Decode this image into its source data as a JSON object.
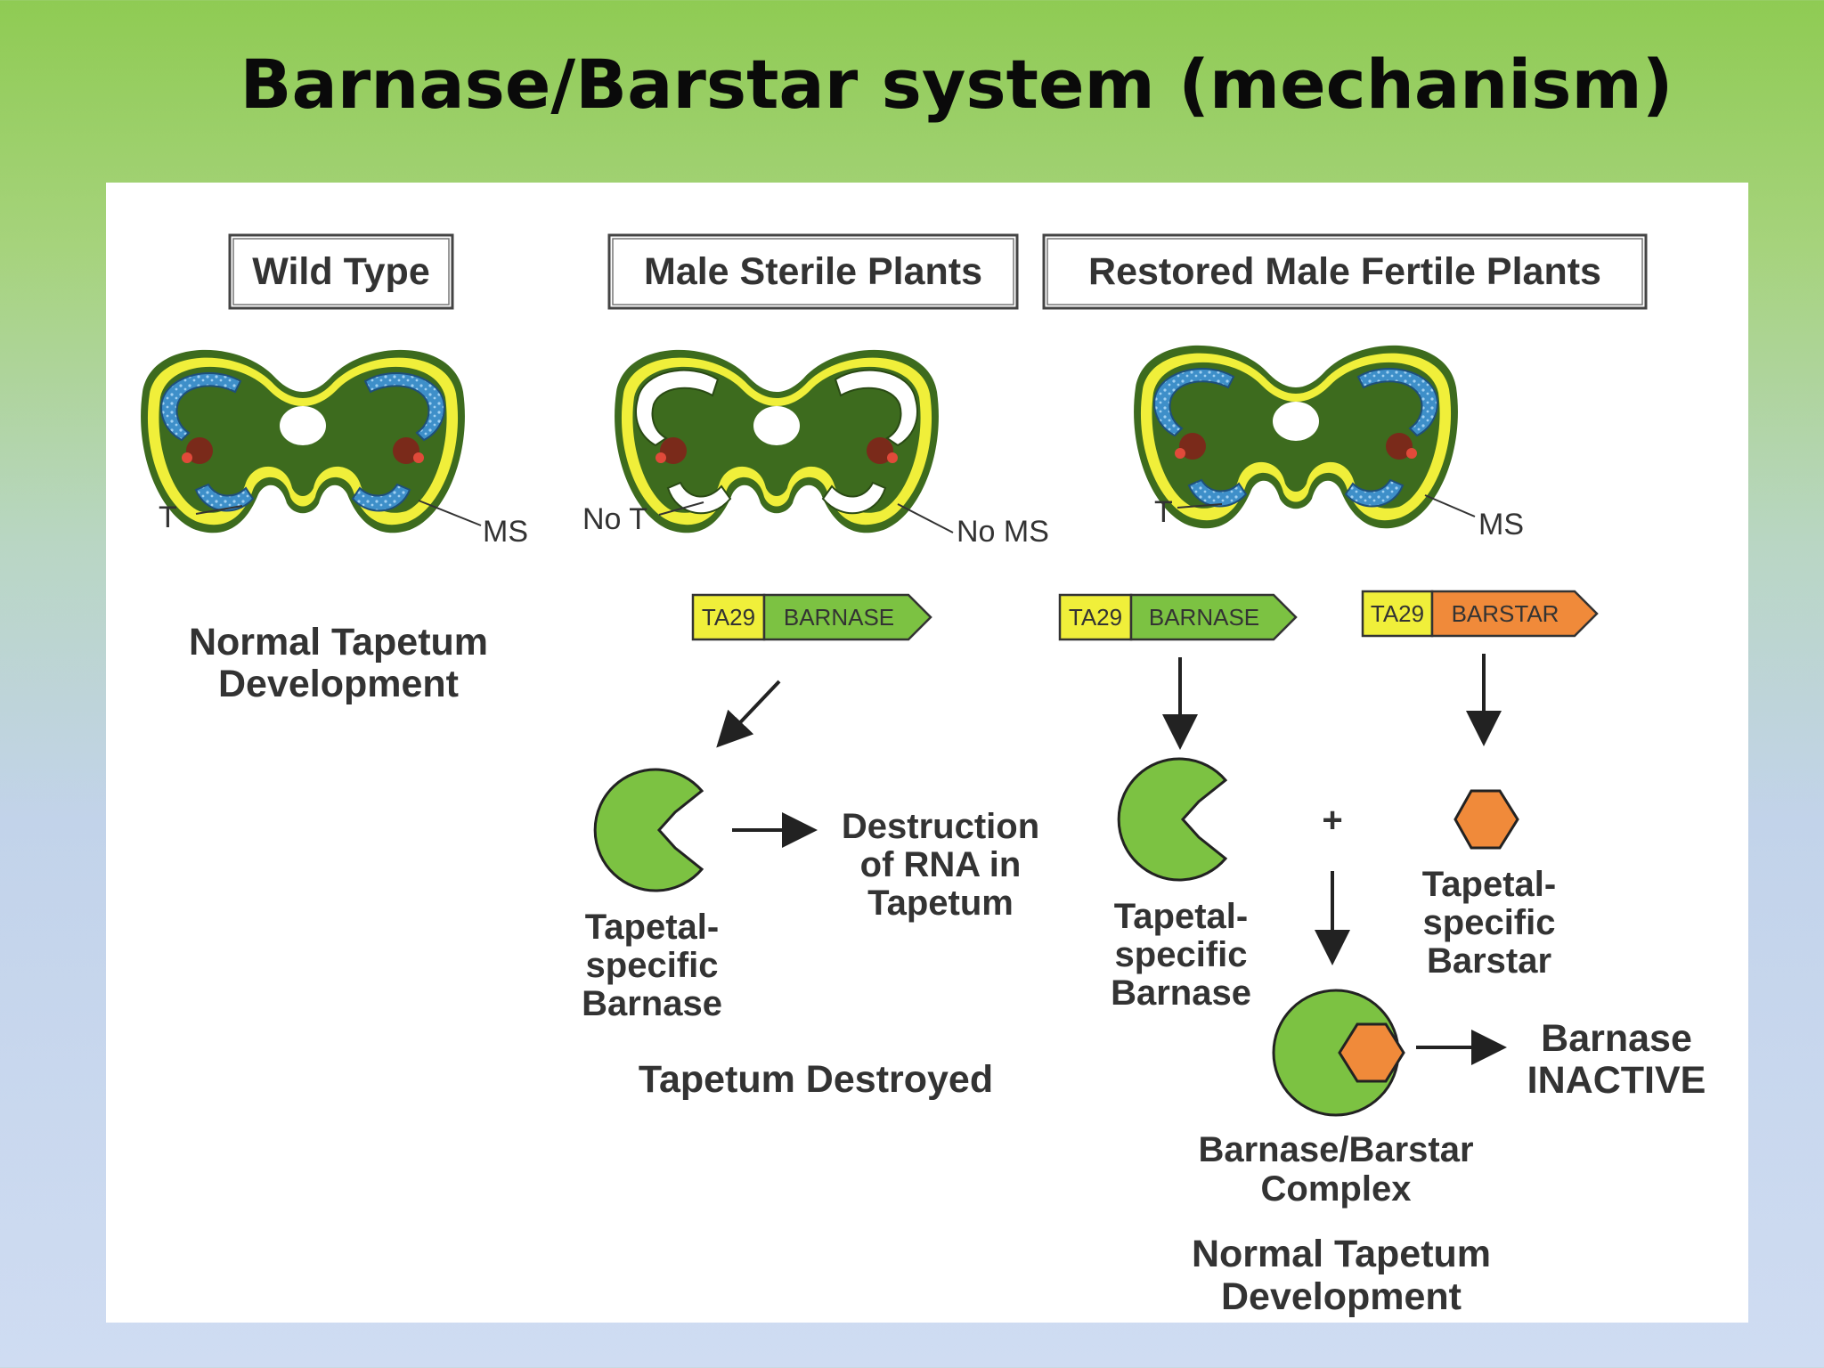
{
  "title": "Barnase/Barstar system (mechanism)",
  "columns": {
    "wild": "Wild Type",
    "sterile": "Male Sterile Plants",
    "restored": "Restored Male Fertile Plants"
  },
  "anther_labels": {
    "wt_t": "T",
    "wt_ms": "MS",
    "st_not": "No T",
    "st_noms": "No MS",
    "rs_t": "T",
    "rs_ms": "MS"
  },
  "wild_caption": [
    "Normal Tapetum",
    "Development"
  ],
  "genes": {
    "promoter": "TA29",
    "barnase": "BARNASE",
    "barstar": "BARSTAR"
  },
  "sterile": {
    "protein_label": [
      "Tapetal-",
      "specific",
      "Barnase"
    ],
    "effect": [
      "Destruction",
      "of RNA in",
      "Tapetum"
    ],
    "outcome": "Tapetum Destroyed"
  },
  "restored": {
    "barnase_label": [
      "Tapetal-",
      "specific",
      "Barnase"
    ],
    "barstar_label": [
      "Tapetal-",
      "specific",
      "Barstar"
    ],
    "plus": "+",
    "complex_label": [
      "Barnase/Barstar",
      "Complex"
    ],
    "inactive": [
      "Barnase",
      "INACTIVE"
    ],
    "outcome": [
      "Normal Tapetum",
      "Development"
    ]
  },
  "colors": {
    "dark_green": "#3d6b1e",
    "yellow": "#f0ef3a",
    "light_green": "#7cc242",
    "blue": "#3e8fc9",
    "orange": "#f08a3a",
    "brown": "#7a2a1a"
  }
}
